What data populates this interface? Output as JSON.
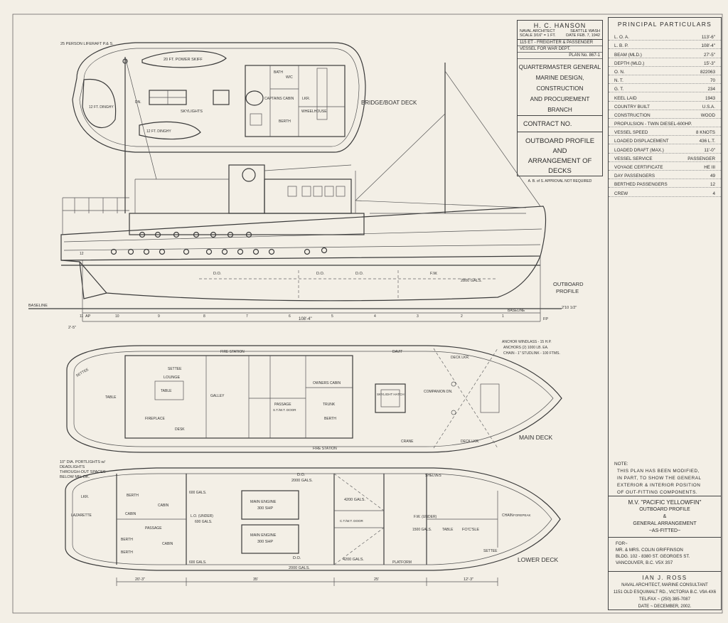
{
  "title_block": {
    "designer": "H. C. HANSON",
    "designer_title": "NAVAL ARCHITECT",
    "designer_city": "SEATTLE WASH",
    "scale": "SCALE 3/16\" = 1 FT.",
    "date": "DATE FEB. 7, 1942",
    "design": "115 ET - FREIGHTER & PASSENGER",
    "client_line": "VESSEL FOR WAR DEPT.",
    "plan_no": "PLAN No. 867-1",
    "agency_1": "QUARTERMASTER GENERAL",
    "agency_2": "MARINE DESIGN, CONSTRUCTION",
    "agency_3": "AND PROCUREMENT BRANCH",
    "contract": "CONTRACT NO.",
    "plan_title_1": "OUTBOARD PROFILE",
    "plan_title_2": "AND",
    "plan_title_3": "ARRANGEMENT OF DECKS",
    "approval": "A. B. of S. APPROVAL NOT REQUIRED"
  },
  "particulars": {
    "title": "PRINCIPAL PARTICULARS",
    "rows": [
      {
        "label": "L. O. A.",
        "value": "113'-6\""
      },
      {
        "label": "L. B. P.",
        "value": "108'-4\""
      },
      {
        "label": "BEAM (MLD.)",
        "value": "27'-5\""
      },
      {
        "label": "DEPTH (MLD.)",
        "value": "15'-3\""
      },
      {
        "label": "O. N.",
        "value": "822063"
      },
      {
        "label": "N. T.",
        "value": "70"
      },
      {
        "label": "G. T.",
        "value": "234"
      },
      {
        "label": "KEEL LAID",
        "value": "1943"
      },
      {
        "label": "COUNTRY BUILT",
        "value": "U.S.A."
      },
      {
        "label": "CONSTRUCTION",
        "value": "WOOD"
      },
      {
        "label": "PROPULSION - TWIN DIESEL-600HP.",
        "value": ""
      },
      {
        "label": "VESSEL SPEED",
        "value": "8 KNOTS"
      },
      {
        "label": "LOADED DISPLACEMENT",
        "value": "436 L.T."
      },
      {
        "label": "LOADED DRAFT (MAX.)",
        "value": "11'-0\""
      },
      {
        "label": "VESSEL SERVICE",
        "value": "PASSENGER"
      },
      {
        "label": "VOYAGE CERTIFICATE",
        "value": "HE III"
      },
      {
        "label": "DAY PASSENGERS",
        "value": "49"
      },
      {
        "label": "BERTHED PASSENGERS",
        "value": "12"
      },
      {
        "label": "CREW",
        "value": "4"
      }
    ]
  },
  "note": {
    "title": "NOTE:",
    "lines": [
      "THIS PLAN HAS BEEN MODIFIED,",
      "IN PART, TO SHOW THE GENERAL",
      "EXTERIOR & INTERIOR POSITION",
      "OF OUT-FITTING COMPONENTS."
    ]
  },
  "vessel": {
    "name": "M.V. \"PACIFIC YELLOWFIN\"",
    "line_1": "OUTBOARD PROFILE",
    "line_2": "&",
    "line_3": "GENERAL ARRANGEMENT",
    "line_4": "~AS-FITTED~"
  },
  "owner": {
    "for": "FOR~",
    "name": "MR. & MRS. COLIN GRIFFINSON",
    "address_1": "BLDG. 102 - 8380 ST. GEORGES ST.",
    "address_2": "VANCOUVER, B.C. V5X 3S7"
  },
  "consultant": {
    "name": "IAN J. ROSS",
    "title": "NAVAL ARCHITECT, MARINE CONSULTANT",
    "address": "1151 OLD ESQUIMALT RD., VICTORIA B.C. V9A 4X6",
    "phone": "TEL/FAX ~ (250) 385-7087",
    "date": "DATE ~ DECEMBER, 2002."
  },
  "views": {
    "bridge_deck": "BRIDGE/BOAT DECK",
    "outboard_profile_1": "OUTBOARD",
    "outboard_profile_2": "PROFILE",
    "main_deck": "MAIN DECK",
    "lower_deck": "LOWER DECK",
    "baseline": "BASELINE"
  },
  "bridge_labels": {
    "liferaft": "25 PERSON LIFERAFT P.& S.",
    "power_skiff": "20 FT. POWER SKIFF",
    "dinghy_1": "12 FT. DINGHY",
    "dinghy_2": "12 FT. DINGHY",
    "skylights": "SKYLIGHTS",
    "bath": "BATH",
    "wc": "W/C",
    "lkr": "LKR.",
    "captains_cabin": "CAPTAINS CABIN",
    "wheelhouse": "WHEELHOUSE",
    "berth": "BERTH",
    "dn": "DN."
  },
  "profile_labels": {
    "do_1": "D.O.",
    "do_2": "D.O.",
    "do_3": "D.O.",
    "fw": "F.W.",
    "fw_cap": "2800 GALS.",
    "ap": "AP",
    "fp": "FP",
    "lbp": "108'-4\"",
    "aft_dim": "2'-5\"",
    "draft_dim": "2'10 1/2\"",
    "stations": [
      "12",
      "11",
      "10",
      "9",
      "8",
      "7",
      "6",
      "5",
      "4",
      "3",
      "2",
      "1"
    ]
  },
  "main_deck_labels": {
    "fire_station_1": "FIRE STATION",
    "fire_station_2": "FIRE STATION",
    "settee_1": "SETTEE",
    "settee_2": "SETTEE",
    "lounge": "LOUNGE",
    "table_1": "TABLE",
    "table_2": "TABLE",
    "fireplace": "FIREPLACE",
    "desk": "DESK",
    "galley": "GALLEY",
    "passage": "PASSAGE",
    "wt_door": "S.T./W.T. DOOR",
    "owners_cabin": "OWNERS CABIN",
    "trunk": "TRUNK",
    "berth": "BERTH",
    "skylight_hatch": "SKYLIGHT HATCH",
    "companion": "COMPANION DN.",
    "davit": "DAVIT",
    "crane": "CRANE",
    "deck_lkr_1": "DECK LKR.",
    "deck_lkr_2": "DECK LKR.",
    "anchor_1": "ANCHOR WINDLASS - 15 H.P.",
    "anchor_2": "ANCHORS (2) 1000 LB. EA.",
    "anchor_3": "CHAIN - 1\" STUDLINK - 100 FTMS."
  },
  "lower_deck_labels": {
    "portlights_1": "10\" DIA. PORTLIGHTS w/",
    "portlights_2": "DEADLIGHTS",
    "portlights_3": "THROUGH-OUT SPACES",
    "portlights_4": "BELOW MN. DK.",
    "lazarette": "LAZARETTE",
    "lkr": "LKR.",
    "cabin_1": "CABIN",
    "cabin_2": "CABIN",
    "cabin_3": "CABIN",
    "berth_1": "BERTH",
    "berth_2": "BERTH",
    "berth_3": "BERTH",
    "passage": "PASSAGE",
    "lo_tank": "L.O. (UNDER)",
    "lo_cap": "600 GALS.",
    "do_600_1": "600 GALS.",
    "do_600_2": "600 GALS.",
    "main_engine_1": "MAIN ENGINE",
    "main_engine_1_hp": "300 SHP",
    "main_engine_2": "MAIN ENGINE",
    "main_engine_2_hp": "300 SHP",
    "do_top": "D.O.",
    "do_top_cap": "2000 GALS.",
    "do_bot": "D.O.",
    "do_bot_cap": "2000 GALS.",
    "do_4200_1": "4200 GALS.",
    "do_4200_2": "4200 GALS.",
    "ct_door": "C.T./W.T. DOOR",
    "fw_under": "F.W. (UNDER)",
    "fw_cap": "1500 GALS.",
    "platform": "PLATFORM",
    "foc_sle": "FO'C'SLE",
    "table": "TABLE",
    "chain": "CHAIN",
    "forepeak": "FOREPEAK",
    "shelves": "SHELVES",
    "settee": "SETTEE",
    "dim_1": "20'-3\"",
    "dim_2": "35'",
    "dim_3": "25'",
    "dim_4": "12'-3\""
  }
}
